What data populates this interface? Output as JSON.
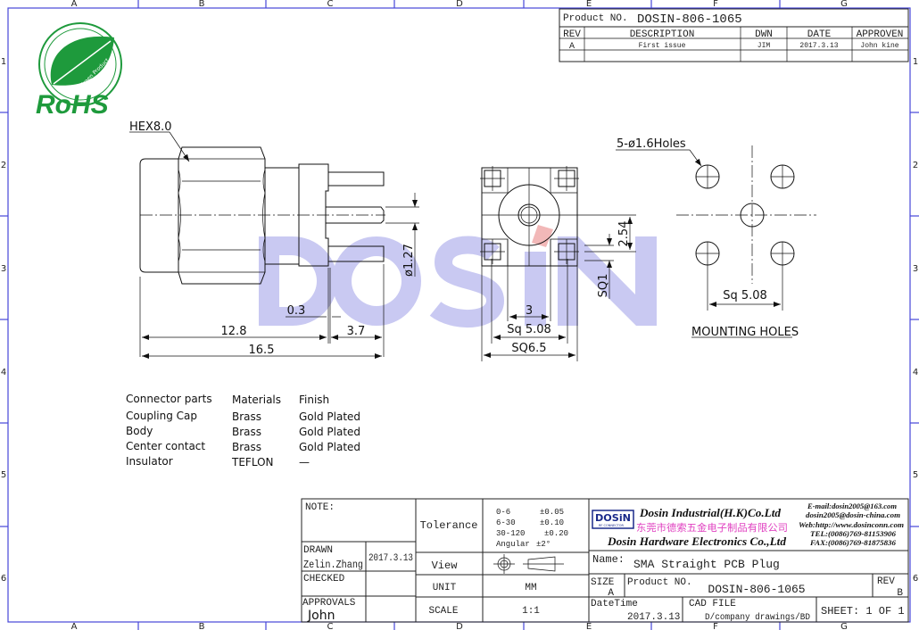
{
  "frame": {
    "columns": [
      "A",
      "B",
      "C",
      "D",
      "E",
      "F",
      "G"
    ],
    "rows": [
      "1",
      "2",
      "3",
      "4",
      "5",
      "6"
    ],
    "frame_color": "#4646d8"
  },
  "logo": {
    "text": "RoHS",
    "subtext": "Green Product",
    "color": "#1e9a3c"
  },
  "watermark": {
    "text": "DOSIN",
    "color": "#c9c9f2",
    "accent_color": "#f2b8b8"
  },
  "revision_table": {
    "product_no_label": "Product NO.",
    "product_no": "DOSIN-806-1065",
    "headers": [
      "REV",
      "DESCRIPTION",
      "DWN",
      "DATE",
      "APPROVEN"
    ],
    "rows": [
      [
        "A",
        "First issue",
        "JIM",
        "2017.3.13",
        "John kine"
      ],
      [
        "",
        "",
        "",
        "",
        ""
      ]
    ]
  },
  "side_view": {
    "hex_label": "HEX8.0",
    "dims": {
      "overall": "16.5",
      "body": "12.8",
      "pin": "3.7",
      "gap": "0.3",
      "pin_dia": "ø1.27"
    }
  },
  "front_view": {
    "dims": {
      "sq_outer": "SQ6.5",
      "sq_pins": "Sq 5.08",
      "inner": "3",
      "pin_offset": "2.54",
      "pin_sq": "SQ1"
    }
  },
  "mounting_holes": {
    "holes_label": "5-ø1.6Holes",
    "dim": "Sq 5.08",
    "title": "MOUNTING HOLES"
  },
  "parts_table": {
    "headers": [
      "Connector parts",
      "Materials",
      "Finish"
    ],
    "rows": [
      [
        "Coupling Cap",
        "Brass",
        "Gold Plated"
      ],
      [
        "Body",
        "Brass",
        "Gold Plated"
      ],
      [
        "Center contact",
        "Brass",
        "Gold Plated"
      ],
      [
        "Insulator",
        "TEFLON",
        "—"
      ]
    ]
  },
  "title_block": {
    "note_label": "NOTE:",
    "drawn_label": "DRAWN",
    "drawn_by": "Zelin.Zhang",
    "drawn_date": "2017.3.13",
    "checked_label": "CHECKED",
    "approvals_label": "APPROVALS",
    "approved_by": "John",
    "tolerance_label": "Tolerance",
    "tolerances": [
      [
        "0-6",
        "±0.05"
      ],
      [
        "6-30",
        "±0.10"
      ],
      [
        "30-120",
        "±0.20"
      ],
      [
        "Angular",
        "±2°"
      ]
    ],
    "view_label": "View",
    "unit_label": "UNIT",
    "unit": "MM",
    "scale_label": "SCALE",
    "scale": "1:1",
    "company": {
      "logo_text": "DOSiN",
      "logo_sub": "RF CONNECTOR",
      "name_hk": "Dosin Industrial(H.K)Co.Ltd",
      "name_cn": "东莞市德索五金电子制品有限公司",
      "name_hw": "Dosin Hardware Electronics Co.,Ltd",
      "email1": "E-mail:dosin2005@163.com",
      "email2": "dosin2005@dosin-china.com",
      "web": "Web:http://www.dosinconn.com",
      "tel": "TEL:(0086)769-81153906",
      "fax": "FAX:(0086)769-81875836",
      "cn_color": "#e040c0"
    },
    "name_label": "Name:",
    "name": "SMA Straight PCB Plug",
    "size_label": "SIZE",
    "size": "A",
    "product_no_label": "Product NO.",
    "product_no": "DOSIN-806-1065",
    "rev_label": "REV",
    "rev": "B",
    "datetime_label": "DateTime",
    "datetime": "2017.3.13",
    "cad_label": "CAD FILE",
    "cad_file": "D/company drawings/BD",
    "sheet": "SHEET: 1 OF 1"
  }
}
